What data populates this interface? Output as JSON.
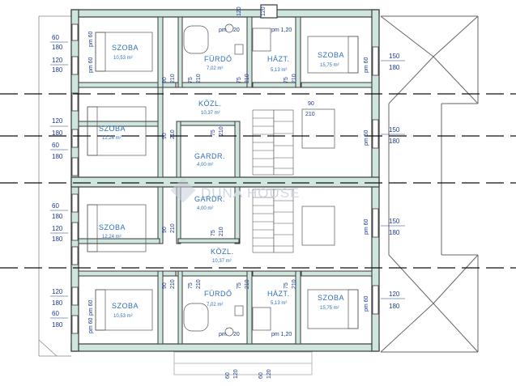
{
  "colors": {
    "wall": "#3a3a3a",
    "wall_fill": "#cfe6df",
    "room_text": "#2f6fb5",
    "dim_text": "#1f3c8c",
    "section_line": "#111111",
    "watermark": "#cfd6e3"
  },
  "watermark": {
    "text": "DUNA HOUSE",
    "icon": "duna-house-logo-icon"
  },
  "rooms": {
    "szoba_top_left": {
      "name": "SZOBA",
      "area": "10,53 m²"
    },
    "furdo_top": {
      "name": "FÜRDŐ",
      "area": "7,02 m²"
    },
    "hazt_top": {
      "name": "HÁZT.",
      "area": "5,13 m²"
    },
    "szoba_top_right": {
      "name": "SZOBA",
      "area": "15,75 m²"
    },
    "kozl_top": {
      "name": "KÖZL.",
      "area": "10,37 m²"
    },
    "szoba_mid_upper": {
      "name": "SZOBA",
      "area": "12,24 m²"
    },
    "gardr_upper": {
      "name": "GARDR.",
      "area": "4,00 m²"
    },
    "gardr_lower": {
      "name": "GARDR.",
      "area": "4,00 m²"
    },
    "szoba_mid_lower": {
      "name": "SZOBA",
      "area": "12,24 m²"
    },
    "kozl_bottom": {
      "name": "KÖZL.",
      "area": "10,37 m²"
    },
    "szoba_bot_left": {
      "name": "SZOBA",
      "area": "10,53 m²"
    },
    "furdo_bottom": {
      "name": "FÜRDŐ",
      "area": "7,02 m²"
    },
    "hazt_bottom": {
      "name": "HÁZT.",
      "area": "5,13 m²"
    },
    "szoba_bot_right": {
      "name": "SZOBA",
      "area": "15,75 m²"
    }
  },
  "dims": {
    "left": [
      "60",
      "180",
      "120",
      "180",
      "120",
      "180",
      "60",
      "180",
      "60",
      "180",
      "120",
      "180",
      "120",
      "180",
      "60",
      "180"
    ],
    "right": [
      "150",
      "180",
      "150",
      "180",
      "150",
      "180",
      "120",
      "180"
    ],
    "d60": "60",
    "d75": "75",
    "d90": "90",
    "d120": "120",
    "d150": "150",
    "d180": "180",
    "d210": "210",
    "d20": "20",
    "pm60": "pm 60",
    "pm120": "pm 1,20",
    "pm": "pm"
  }
}
